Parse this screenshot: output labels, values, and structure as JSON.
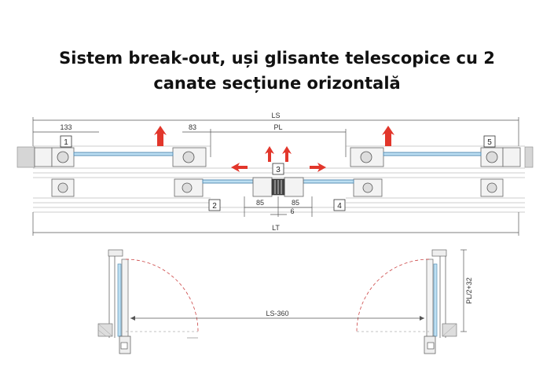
{
  "title": {
    "line1": "Sistem break-out, uși glisante telescopice cu 2",
    "line2": "canate secțiune orizontală"
  },
  "dimensions": {
    "ls": "LS",
    "pl": "PL",
    "lt": "LT",
    "d133": "133",
    "d83": "83",
    "d85a": "85",
    "d85b": "85",
    "d6": "6",
    "ls360": "LS-360",
    "pl2": "PL/2+32"
  },
  "markers": [
    "1",
    "2",
    "3",
    "4",
    "5"
  ],
  "colors": {
    "glass": "#bcdff2",
    "arrow": "#e2362b",
    "line": "#555555"
  }
}
